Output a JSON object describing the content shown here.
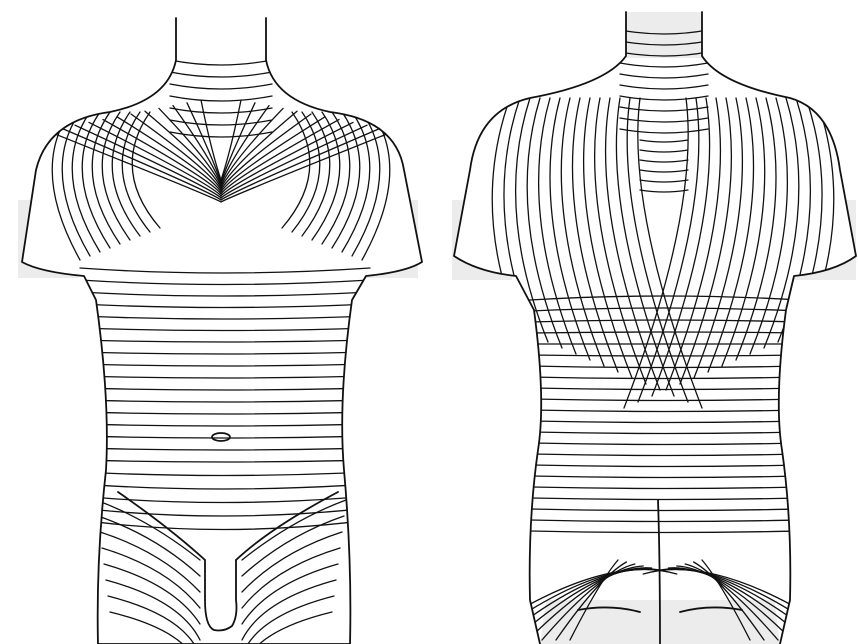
{
  "figure": {
    "views": [
      {
        "id": "anterior",
        "region_name": "front-torso"
      },
      {
        "id": "posterior",
        "region_name": "back-torso"
      }
    ],
    "colors": {
      "background": "#ffffff",
      "line": "#111111",
      "shade": "#ececec"
    }
  }
}
